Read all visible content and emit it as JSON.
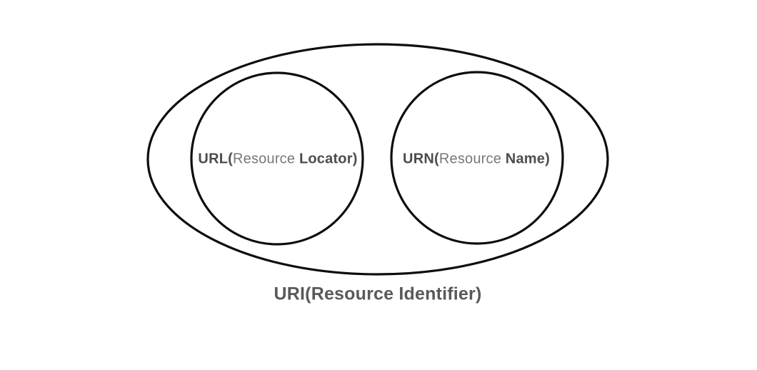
{
  "diagram": {
    "title": "URI(Resource Identifier)",
    "sets": [
      {
        "id": "url",
        "bold_start": "URL(",
        "regular_middle": "Resource ",
        "bold_end": "Locator)"
      },
      {
        "id": "urn",
        "bold_start": "URN(",
        "regular_middle": "Resource ",
        "bold_end": "Name)"
      }
    ],
    "colors": {
      "outline": "#0d0d0d",
      "text_bold": "#4b4c4e",
      "text_regular": "#77787b",
      "title_text": "#58595b",
      "background": "#ffffff"
    }
  }
}
